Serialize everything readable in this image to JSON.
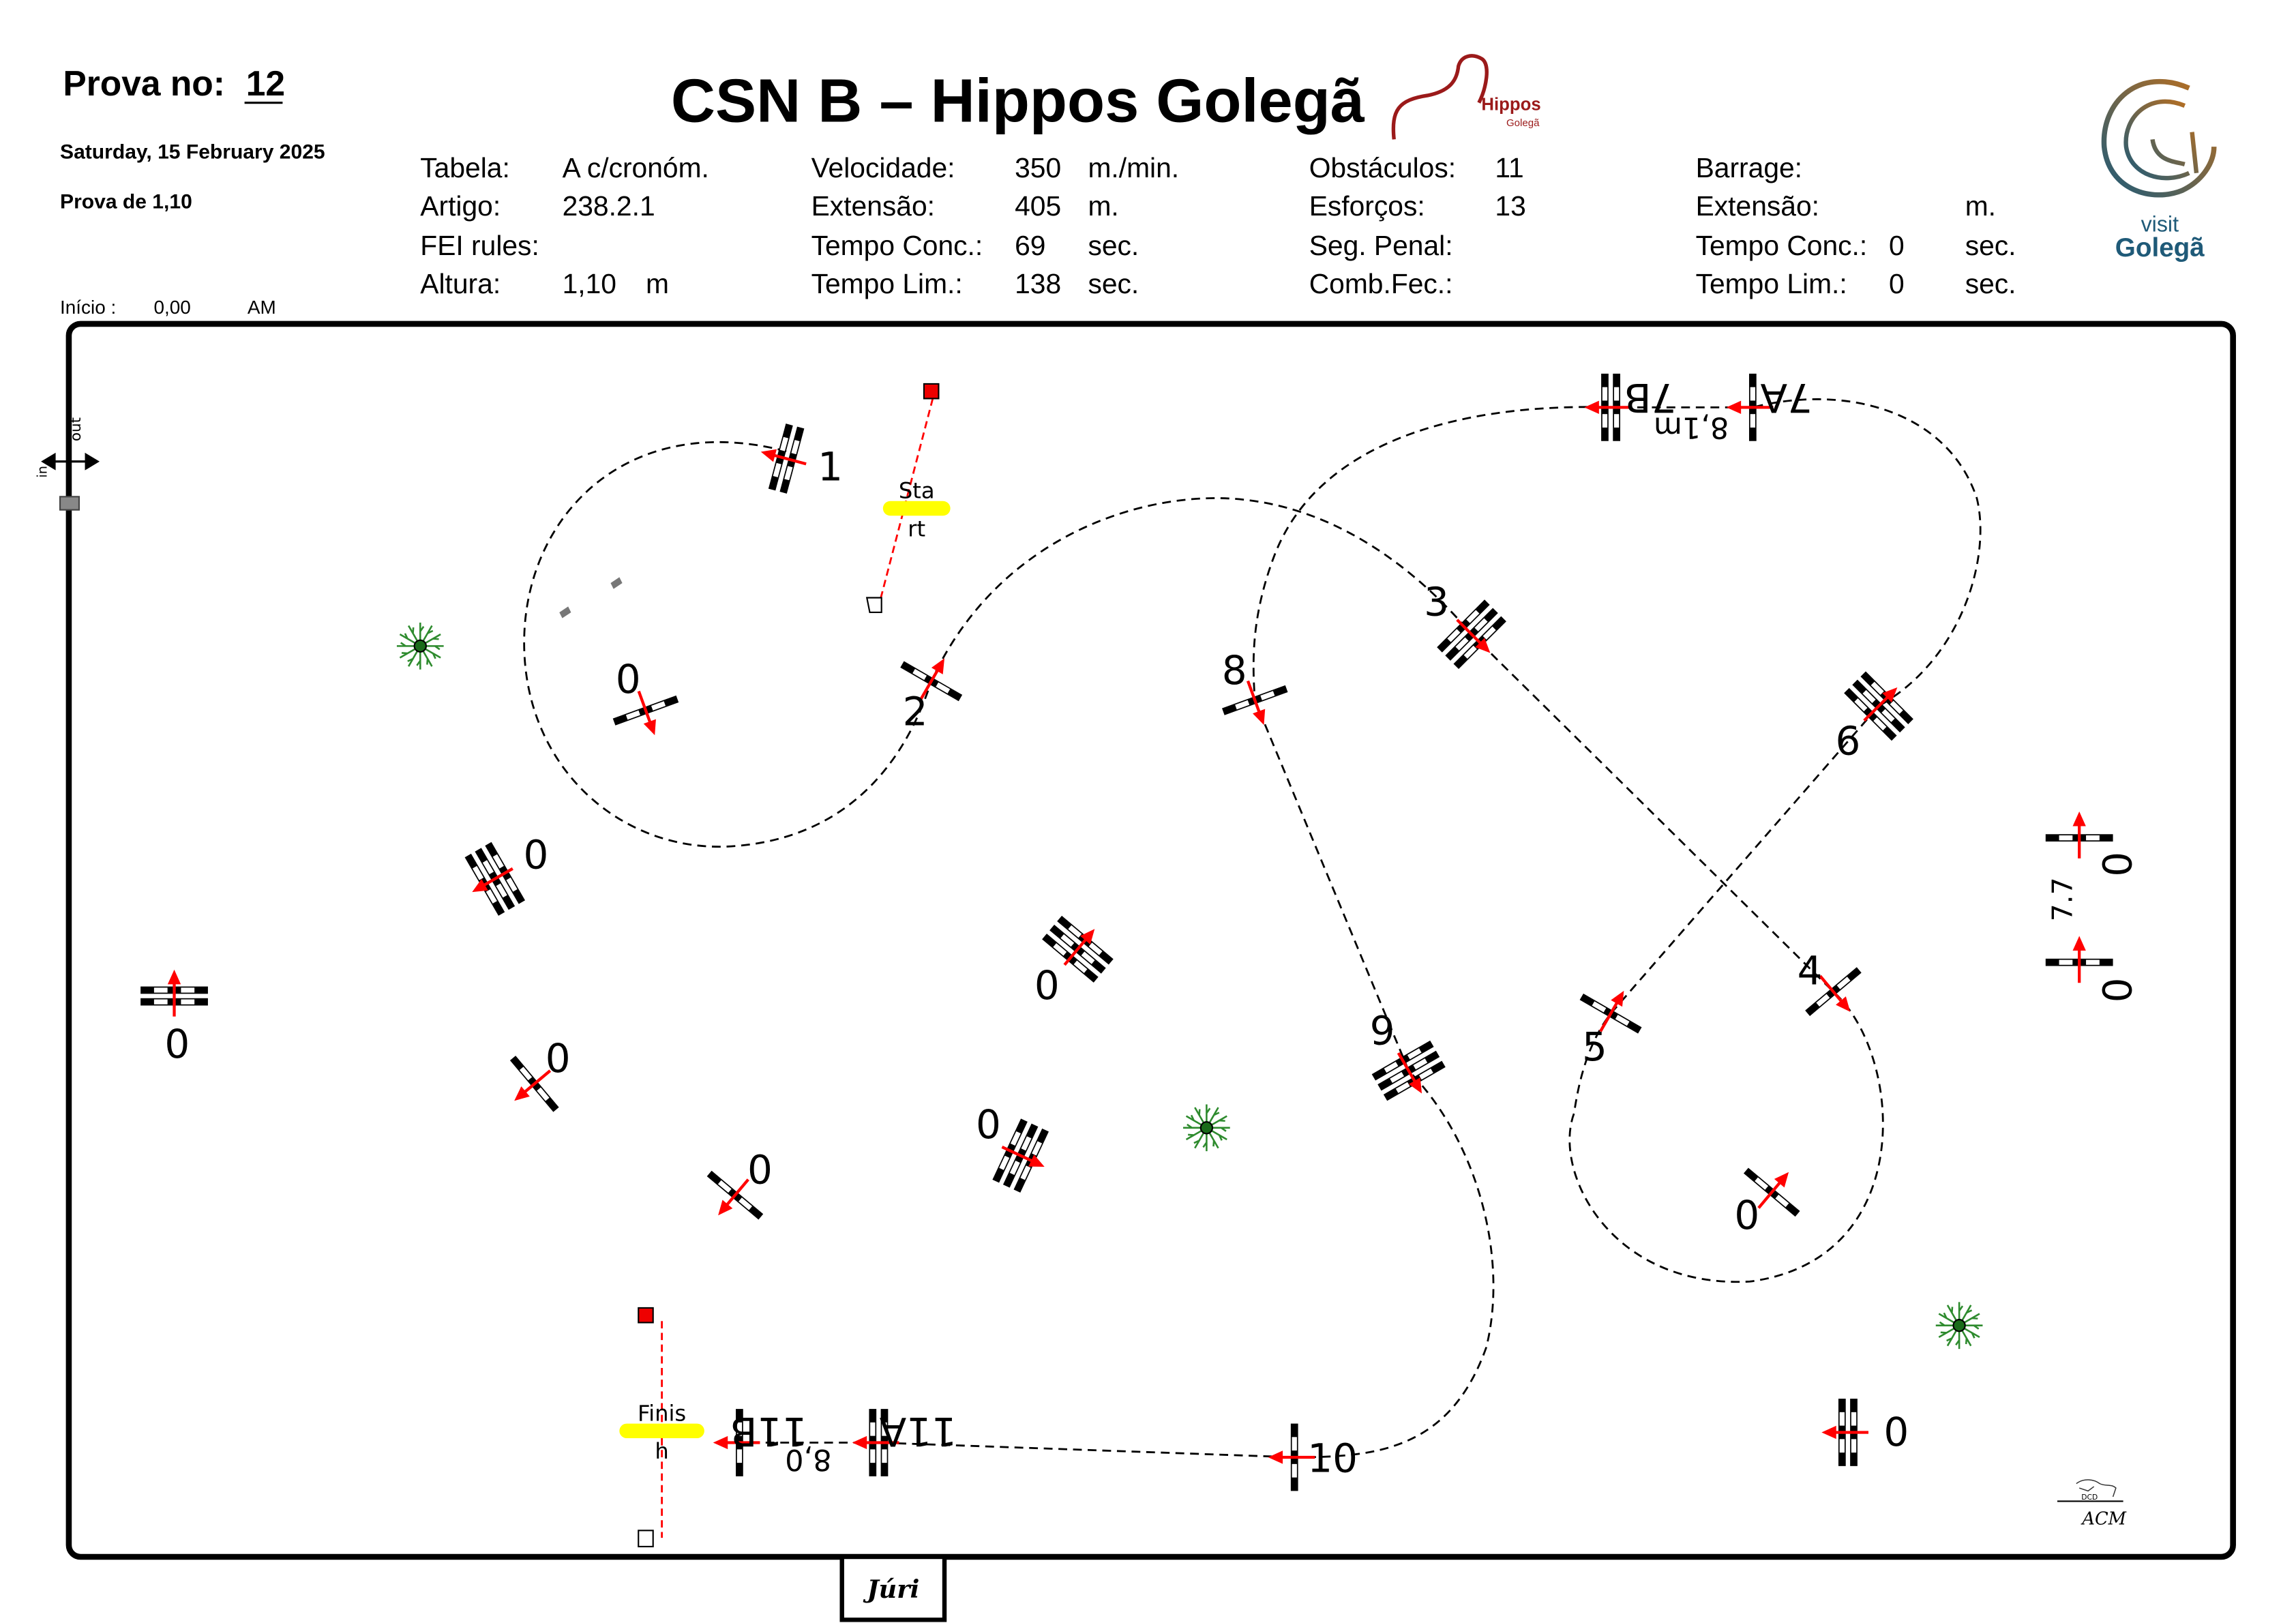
{
  "header": {
    "prova_label": "Prova no:",
    "prova_number": "12",
    "title": "CSN B – Hippos Golegã",
    "date": "Saturday, 15 February 2025",
    "prova_de": "Prova de 1,10",
    "inicio_label": "Início :",
    "inicio_time": "0,00",
    "inicio_ampm": "AM"
  },
  "info": [
    {
      "rows": [
        [
          "Tabela:",
          "A c/cronóm.",
          ""
        ],
        [
          "Artigo:",
          "238.2.1",
          ""
        ],
        [
          "FEI rules:",
          "",
          ""
        ],
        [
          "Altura:",
          "1,10",
          "m"
        ]
      ]
    },
    {
      "rows": [
        [
          "Velocidade:",
          "350",
          "m./min."
        ],
        [
          "Extensão:",
          "405",
          "m."
        ],
        [
          "Tempo Conc.:",
          "69",
          "sec."
        ],
        [
          "Tempo Lim.:",
          "138",
          "sec."
        ]
      ]
    },
    {
      "rows": [
        [
          "Obstáculos:",
          "11",
          ""
        ],
        [
          "Esforços:",
          "13",
          ""
        ],
        [
          "Seg. Penal:",
          "",
          ""
        ],
        [
          "Comb.Fec.:",
          "",
          ""
        ]
      ]
    },
    {
      "rows": [
        [
          "Barrage:",
          "",
          ""
        ],
        [
          "Extensão:",
          "",
          "m."
        ],
        [
          "Tempo Conc.:",
          "0",
          "sec."
        ],
        [
          "Tempo Lim.:",
          "0",
          "sec."
        ]
      ]
    }
  ],
  "logos": {
    "hippos": "Hippos",
    "hippos_sub": "Golegã",
    "visit": "visit",
    "golega": "Golegã",
    "acm": "ACM",
    "dcd": "DCD"
  },
  "course": {
    "start": [
      "Sta",
      "rt"
    ],
    "finish": [
      "Finis",
      "h"
    ],
    "distance_7": "8,1m",
    "distance_11": "8,0",
    "distance_side": "7.7",
    "compass_out": "out",
    "compass_in": "in",
    "obstacles": [
      {
        "label": "1"
      },
      {
        "label": "2"
      },
      {
        "label": "3"
      },
      {
        "label": "4"
      },
      {
        "label": "5"
      },
      {
        "label": "6"
      },
      {
        "label": "7A"
      },
      {
        "label": "7B"
      },
      {
        "label": "8"
      },
      {
        "label": "9"
      },
      {
        "label": "10"
      },
      {
        "label": "11A"
      },
      {
        "label": "11B"
      },
      {
        "label": "0"
      },
      {
        "label": "0"
      },
      {
        "label": "0"
      },
      {
        "label": "0"
      },
      {
        "label": "0"
      },
      {
        "label": "0"
      },
      {
        "label": "0"
      },
      {
        "label": "0"
      },
      {
        "label": "0"
      },
      {
        "label": "0"
      },
      {
        "label": "0"
      }
    ]
  },
  "footer": {
    "juri": "Júri"
  },
  "colors": {
    "arrow": "#ff0000",
    "tree": "#2e8b2e",
    "marker": "#ffff00",
    "hippos": "#9b1a1a",
    "visit_blue": "#1f5a78",
    "visit_orange": "#b8691e"
  }
}
